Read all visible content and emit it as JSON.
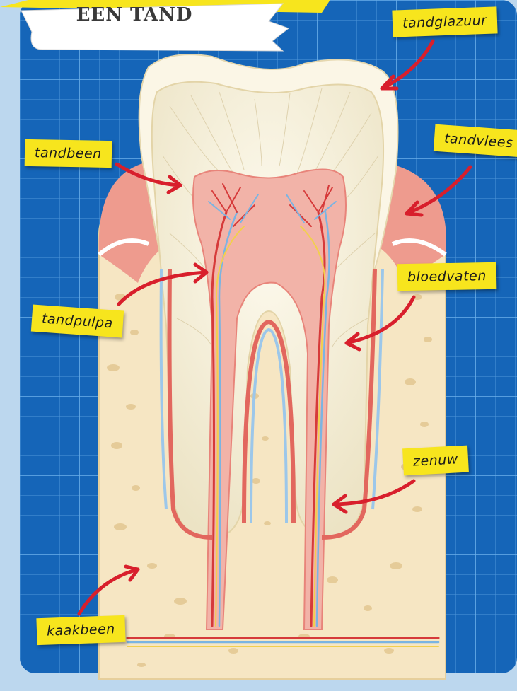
{
  "title": "EEN TAND",
  "labels": {
    "tandglazuur": "tandglazuur",
    "tandbeen": "tandbeen",
    "tandvlees": "tandvlees",
    "bloedvaten": "bloedvaten",
    "tandpulpa": "tandpulpa",
    "zenuw": "zenuw",
    "kaakbeen": "kaakbeen"
  },
  "colors": {
    "background": "#1565b8",
    "grid": "#5fa3e0",
    "enamel": "#fbf6e6",
    "dentin": "#f2ecd0",
    "pulp": "#ef9d97",
    "gum": "#ee9b8e",
    "bone": "#f6e6c3",
    "label": "#f7e51d",
    "arrow": "#d81f2c"
  }
}
